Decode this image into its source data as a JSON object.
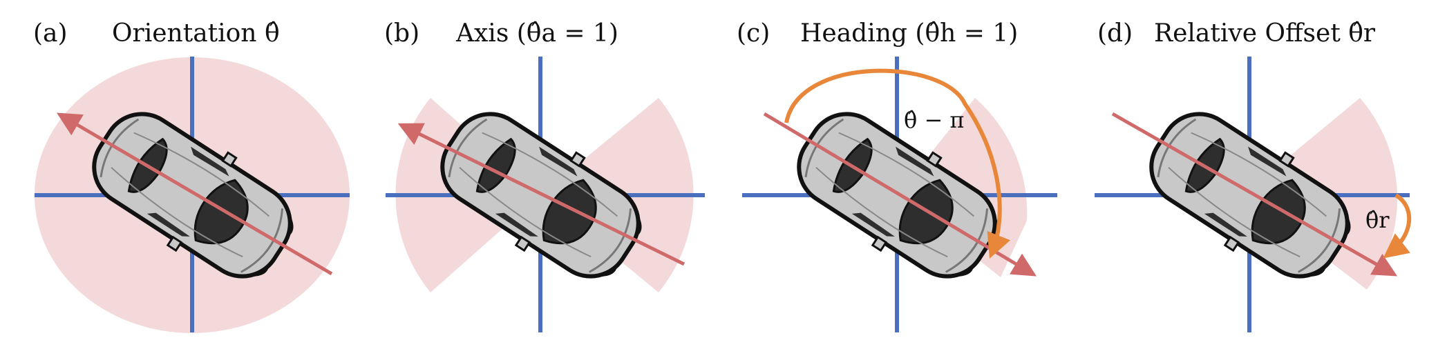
{
  "colors": {
    "region": "#f3d9da",
    "axis": "#4a6fbf",
    "arrow": "#d06a6a",
    "curve": "#e8873a",
    "car_body": "#c8c8c8",
    "car_dark": "#2e2e2e",
    "car_outline": "#111111"
  },
  "panels": [
    {
      "label": "(a)",
      "title": "Orientation θ̂"
    },
    {
      "label": "(b)",
      "title": "Axis (θ̂a = 1)"
    },
    {
      "label": "(c)",
      "title": "Heading (θ̂h = 1)"
    },
    {
      "label": "(d)",
      "title": "Relative Offset θ̂r"
    }
  ],
  "annotations": {
    "heading_angle": "θ̂ − π",
    "relative_angle": "θ̂r"
  },
  "icons": [
    "car-icon",
    "arrow-icon"
  ]
}
